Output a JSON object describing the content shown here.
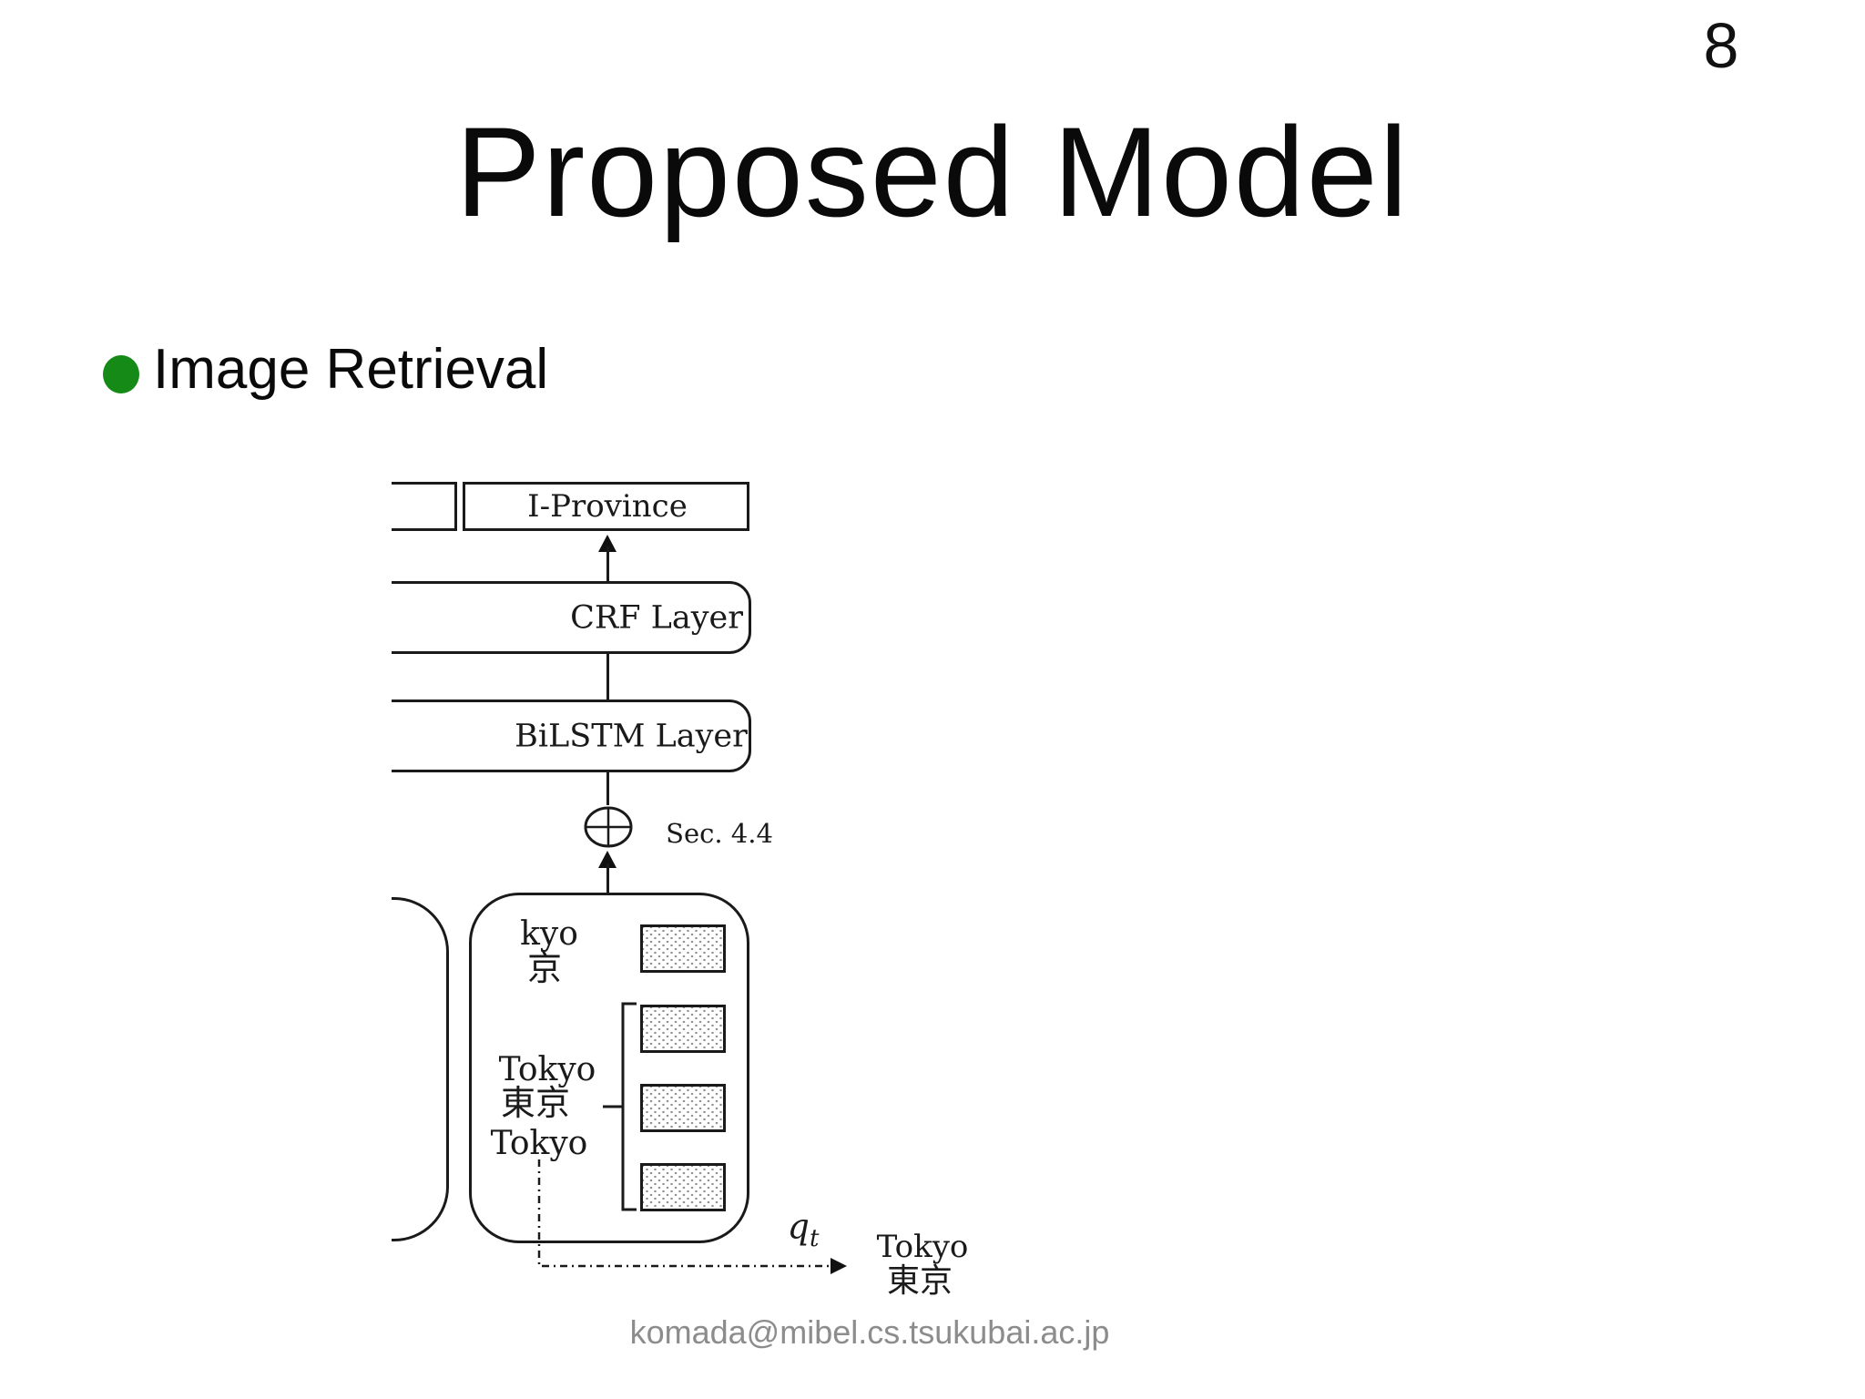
{
  "slide": {
    "page_number": "8",
    "title": "Proposed Model",
    "bullet_label": "Image Retrieval",
    "bullet_color": "#168a16",
    "footer_email": "komada@mibel.cs.tsukubai.ac.jp"
  },
  "diagram": {
    "output_tag_label": "I-Province",
    "crf_label": "CRF Layer",
    "bilstm_label": "BiLSTM Layer",
    "section_ref": "Sec. 4.4",
    "combine_icon": "circled-plus",
    "char_token_roman": "kyo",
    "char_token_kanji": "京",
    "word_token_roman_top": "Tokyo",
    "word_token_kanji": "東京",
    "word_token_roman_bottom": "Tokyo",
    "query_var": "q",
    "query_var_sub": "t",
    "query_result_roman": "Tokyo",
    "query_result_kanji": "東京",
    "line_color": "#1a1a1a"
  }
}
